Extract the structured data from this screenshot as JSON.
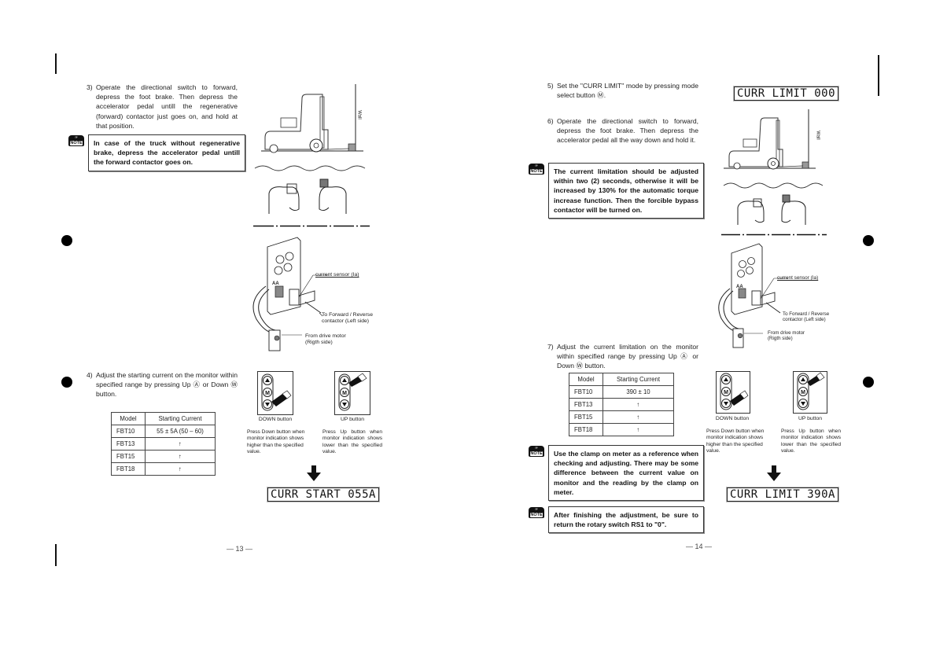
{
  "document": {
    "type": "service manual spread",
    "pages": [
      {
        "page_number": "— 13 —",
        "steps": [
          {
            "num": "3)",
            "text": "Operate the directional switch to forward, depress the foot brake. Then depress the accelerator pedal untill the regenerative (forward) contactor just goes on, and hold at that position."
          },
          {
            "num": "4)",
            "text": "Adjust the starting current on the monitor within specified range by pressing Up Ⓐ or Down Ⓦ button."
          }
        ],
        "notes": [
          {
            "icon": "note-icon",
            "text": "In case of the truck without regenerative brake, depress the accelerator pedal untill the forward contactor goes on."
          }
        ],
        "diagram_labels": {
          "wall": "Wall",
          "current_sensor": "current sensor (Ia)",
          "to_forward_reverse": "To Forward / Reverse contactor (Left side)",
          "from_drive_motor": "From drive motor (Rigth side)",
          "aa": "AA"
        },
        "table": {
          "headers": [
            "Model",
            "Starting Current"
          ],
          "rows": [
            [
              "FBT10",
              "55 ± 5A (50 – 60)"
            ],
            [
              "FBT13",
              "↑"
            ],
            [
              "FBT15",
              "↑"
            ],
            [
              "FBT18",
              "↑"
            ]
          ]
        },
        "buttons": {
          "down_label": "DOWN button",
          "up_label": "UP button",
          "down_caption": "Press Down button when monitor indication shows higher than the specified value.",
          "up_caption": "Press Up button when monitor indication shows lower than the specified value.",
          "keys": [
            "▲",
            "M",
            "▼"
          ]
        },
        "lcd_result": "CURR START 055A"
      },
      {
        "page_number": "— 14 —",
        "steps": [
          {
            "num": "5)",
            "text": "Set the \"CURR LIMIT\" mode by pressing mode select button Ⓜ."
          },
          {
            "num": "6)",
            "text": "Operate the directional switch to forward, depress the foot brake. Then depress the accelerator pedal all the way down and hold it."
          },
          {
            "num": "7)",
            "text": "Adjust the current limitation on the monitor within specified range by pressing Up Ⓐ or Down Ⓦ button."
          }
        ],
        "notes": [
          {
            "icon": "note-icon",
            "text": "The current limitation should be adjusted within two (2) seconds, otherwise it will be increased by 130% for the automatic torque increase function. Then the forcible bypass contactor will be turned on."
          },
          {
            "icon": "note-icon",
            "text": "Use the clamp on meter as a reference when checking and adjusting. There may be some difference between the current value on monitor and the reading by the clamp on meter."
          },
          {
            "icon": "note-icon",
            "text": "After finishing the adjustment, be sure to return the rotary switch RS1 to \"0\"."
          }
        ],
        "lcd_top": "CURR LIMIT 000",
        "diagram_labels": {
          "wall": "Wall",
          "current_sensor": "current sensor (Ia)",
          "to_forward_reverse": "To Forward / Reverse contactor (Left side)",
          "from_drive_motor": "From drive motor (Rigth side)",
          "aa": "AA"
        },
        "table": {
          "headers": [
            "Model",
            "Starting Current"
          ],
          "rows": [
            [
              "FBT10",
              "390 ± 10"
            ],
            [
              "FBT13",
              "↑"
            ],
            [
              "FBT15",
              "↑"
            ],
            [
              "FBT18",
              "↑"
            ]
          ]
        },
        "buttons": {
          "down_label": "DOWN button",
          "up_label": "UP button",
          "down_caption": "Press Down button when monitor indication shows higher than the specified value.",
          "up_caption": "Press Up button when monitor indication shows lower than the specified value.",
          "keys": [
            "▲",
            "M",
            "▼"
          ]
        },
        "lcd_result": "CURR LIMIT 390A"
      }
    ]
  },
  "note_icon": {
    "top": "☞",
    "bottom": "NOTE"
  }
}
